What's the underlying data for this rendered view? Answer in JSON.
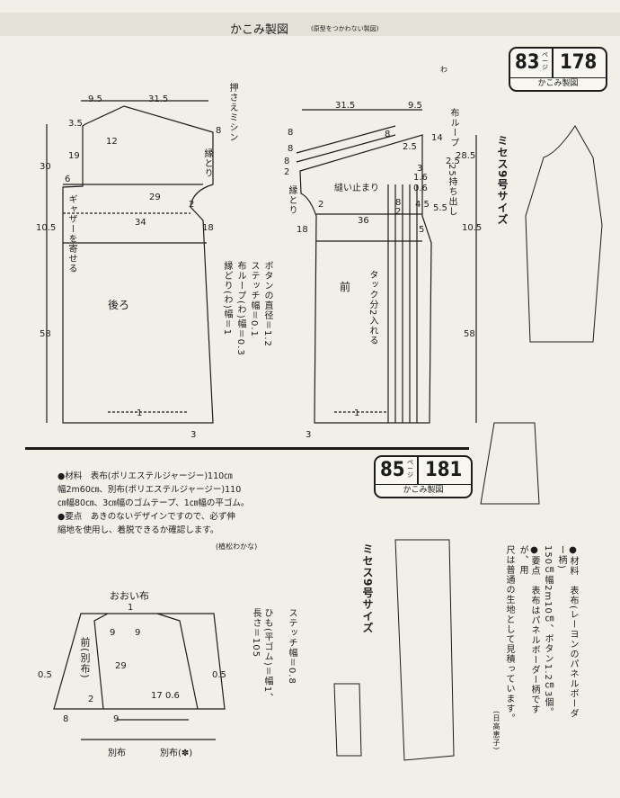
{
  "header": {
    "title": "かこみ製図",
    "subtitle": "(原型をつかわない製図)"
  },
  "badge1": {
    "page": "83",
    "page_unit": "ページ",
    "item": "178",
    "label": "かこみ製図"
  },
  "badge2": {
    "page": "85",
    "page_unit": "ページ",
    "item": "181",
    "label": "かこみ製図"
  },
  "size_label": "ミセス9号サイズ",
  "size_label2": "ミセス9号サイズ",
  "dress": {
    "back_label": "後ろ",
    "front_label": "前",
    "gather_note": "ギャザーを寄せる",
    "binding": "縁とり",
    "binding2": "縁とり",
    "stitch_stop": "縫い止まり",
    "cloth_loop": "布ループ",
    "extension": "25持ち出し",
    "tuck_note": "タック分2入れる",
    "pressing_note": "押さえミシン",
    "fold_top": "わ",
    "notes": [
      "ボタンの直径＝1.2",
      "ステッチ幅＝0.1",
      "布ループ(わ)幅＝0.3",
      "縁どり(わ)幅＝1"
    ],
    "dims": {
      "d95": "9.5",
      "d315": "31.5",
      "d315b": "31.5",
      "d95b": "9.5",
      "d35": "3.5",
      "d12": "12",
      "d8a": "8",
      "d19": "19",
      "d30": "30",
      "d6": "6",
      "d29": "29",
      "d2a": "2",
      "d34": "34",
      "d18a": "18",
      "d105a": "10.5",
      "d58a": "58",
      "d1a": "1",
      "d3a": "3",
      "d8b": "8",
      "d8c": "8",
      "d8d": "8",
      "d2b": "2",
      "d25": "2.5",
      "d14": "14",
      "d16": "1.6",
      "d285": "28.5",
      "d06": "0.6",
      "d3b": "3",
      "d45": "4.5",
      "d55": "5.5",
      "d2c": "2",
      "d36": "36",
      "d8e": "8",
      "d18b": "18",
      "d5": "5",
      "d105b": "10.5",
      "d58b": "58",
      "d1b": "1",
      "d3c": "3",
      "d8f": "8",
      "d2d": "2",
      "d25b": "2.5"
    }
  },
  "materials": {
    "lines": [
      "●材料　表布(ポリエステルジャージー)110㎝",
      "幅2m60㎝、別布(ポリエステルジャージー)110",
      "㎝幅80㎝、3㎝幅のゴムテープ、1㎝幅の平ゴム。",
      "●要点　あきのないデザインですので、必ず伸",
      "縮地を使用し、着脱できるか確認します。"
    ],
    "author": "(植松わかな)"
  },
  "skirt": {
    "title": "おおい布",
    "front_label": "前(別布)",
    "center_bottom": "別布",
    "right_bottom": "別布(✽)",
    "stitch": "ステッチ幅＝0.8",
    "string": "ひも(平ゴム)＝幅1、長さ＝105",
    "dims": {
      "d1": "1",
      "d9a": "9",
      "d9b": "9",
      "d29": "29",
      "d05a": "0.5",
      "d05b": "0.5",
      "d2": "2",
      "d17": "17",
      "d06": "0.6",
      "d8": "8",
      "d9c": "9"
    }
  },
  "materials2": {
    "lines": [
      "●材料　表布(レーヨンのパネルボーダー柄)",
      "150㎝幅2m10㎝、ボタン1.2㎝3個。",
      "●要点　表布はパネルボーダー柄ですが、用",
      "尺は普通の生地として見積っています。"
    ],
    "author": "(日高恵子)"
  }
}
